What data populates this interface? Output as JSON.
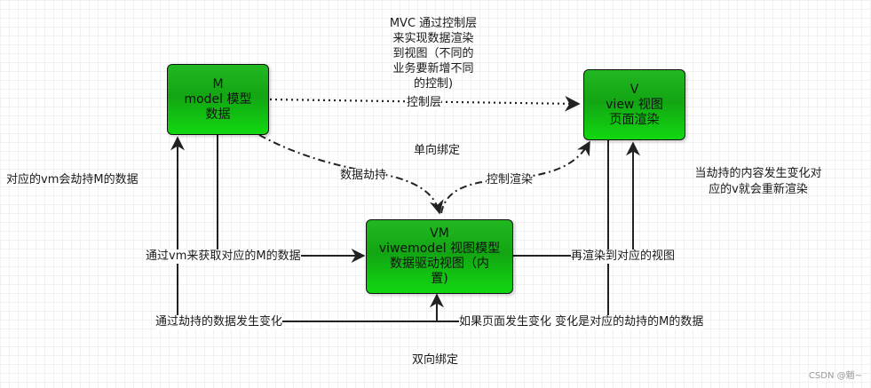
{
  "nodes": {
    "model": {
      "line1": "M",
      "line2": "model 模型",
      "line3": "数据"
    },
    "view": {
      "line1": "V",
      "line2": "view 视图",
      "line3": "页面渲染"
    },
    "viewmodel": {
      "line1": "VM",
      "line2": "viwemodel 视图模型",
      "line3": "数据驱动视图（内",
      "line4": "置)"
    }
  },
  "labels": {
    "mvc_note": [
      "MVC 通过控制层",
      "来实现数据渲染",
      "到视图（不同的",
      "业务要新增不同",
      "的控制)"
    ],
    "control_layer": "控制层",
    "one_way_binding": "单向绑定",
    "data_hijack": "数据劫持",
    "control_render": "控制渲染",
    "vm_holds_m": "对应的vm会劫持M的数据",
    "on_change_rerender": [
      "当劫持的内容发生变化对",
      "应的v就会重新渲染"
    ],
    "get_m_via_vm": "通过vm来获取对应的M的数据",
    "rerender_to_view": "再渲染到对应的视图",
    "held_data_changes": "通过劫持的数据发生变化",
    "page_changes": "如果页面发生变化 变化是对应的劫持的M的数据",
    "two_way_binding": "双向绑定"
  },
  "watermark": "CSDN @魈~"
}
